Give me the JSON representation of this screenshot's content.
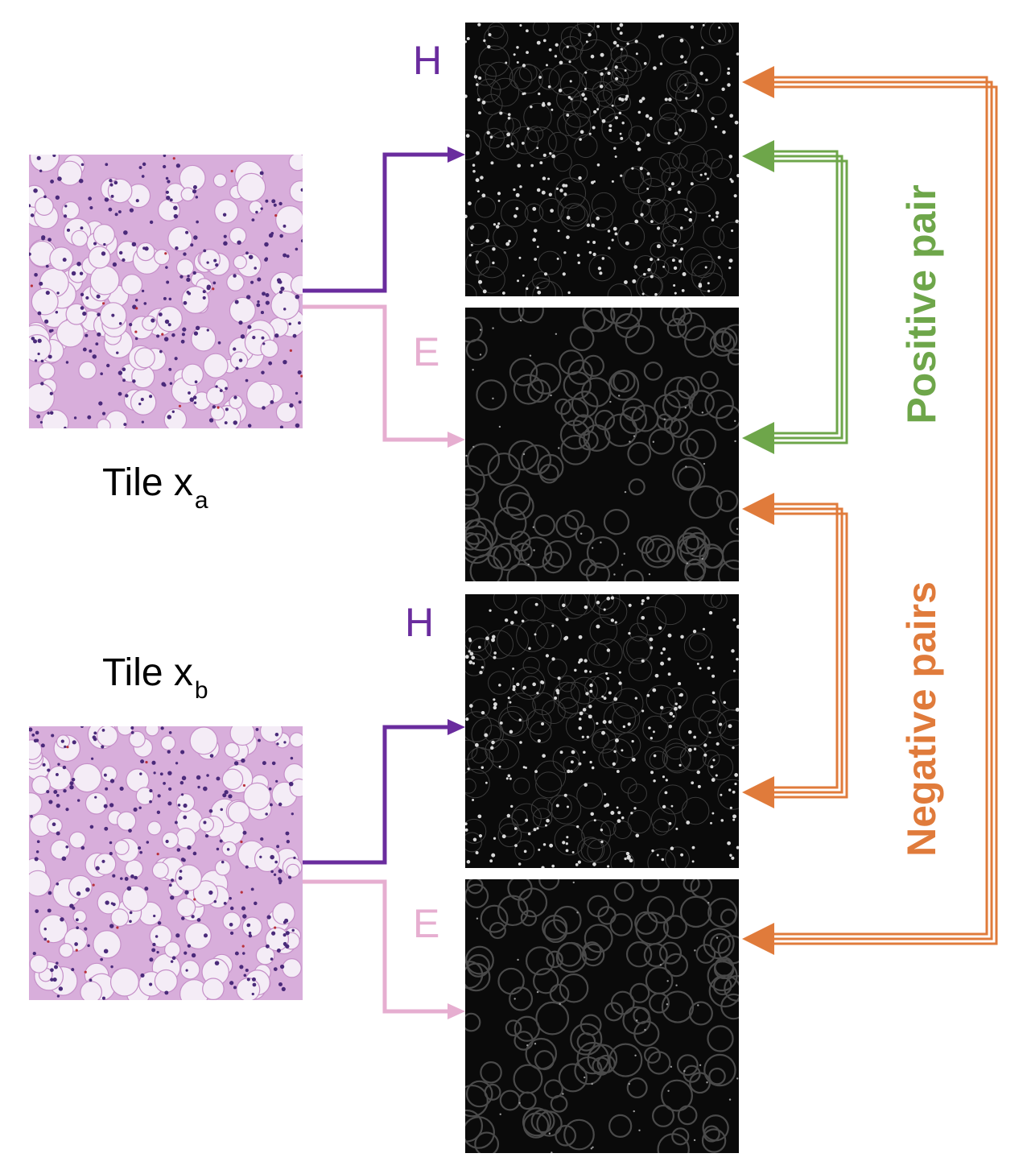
{
  "tiles": {
    "a": {
      "label": "Tile x",
      "subscript": "a"
    },
    "b": {
      "label": "Tile x",
      "subscript": "b"
    }
  },
  "stains": {
    "h": "H",
    "e": "E"
  },
  "pairs": {
    "positive": "Positive pair",
    "negative": "Negative pairs"
  },
  "colors": {
    "h_arrow": "#6a2c9e",
    "e_arrow": "#e6aed0",
    "positive": "#6ea64a",
    "negative": "#e07b3b",
    "he_tissue": "#d8aedb",
    "stain_background": "#0a0a0a"
  }
}
